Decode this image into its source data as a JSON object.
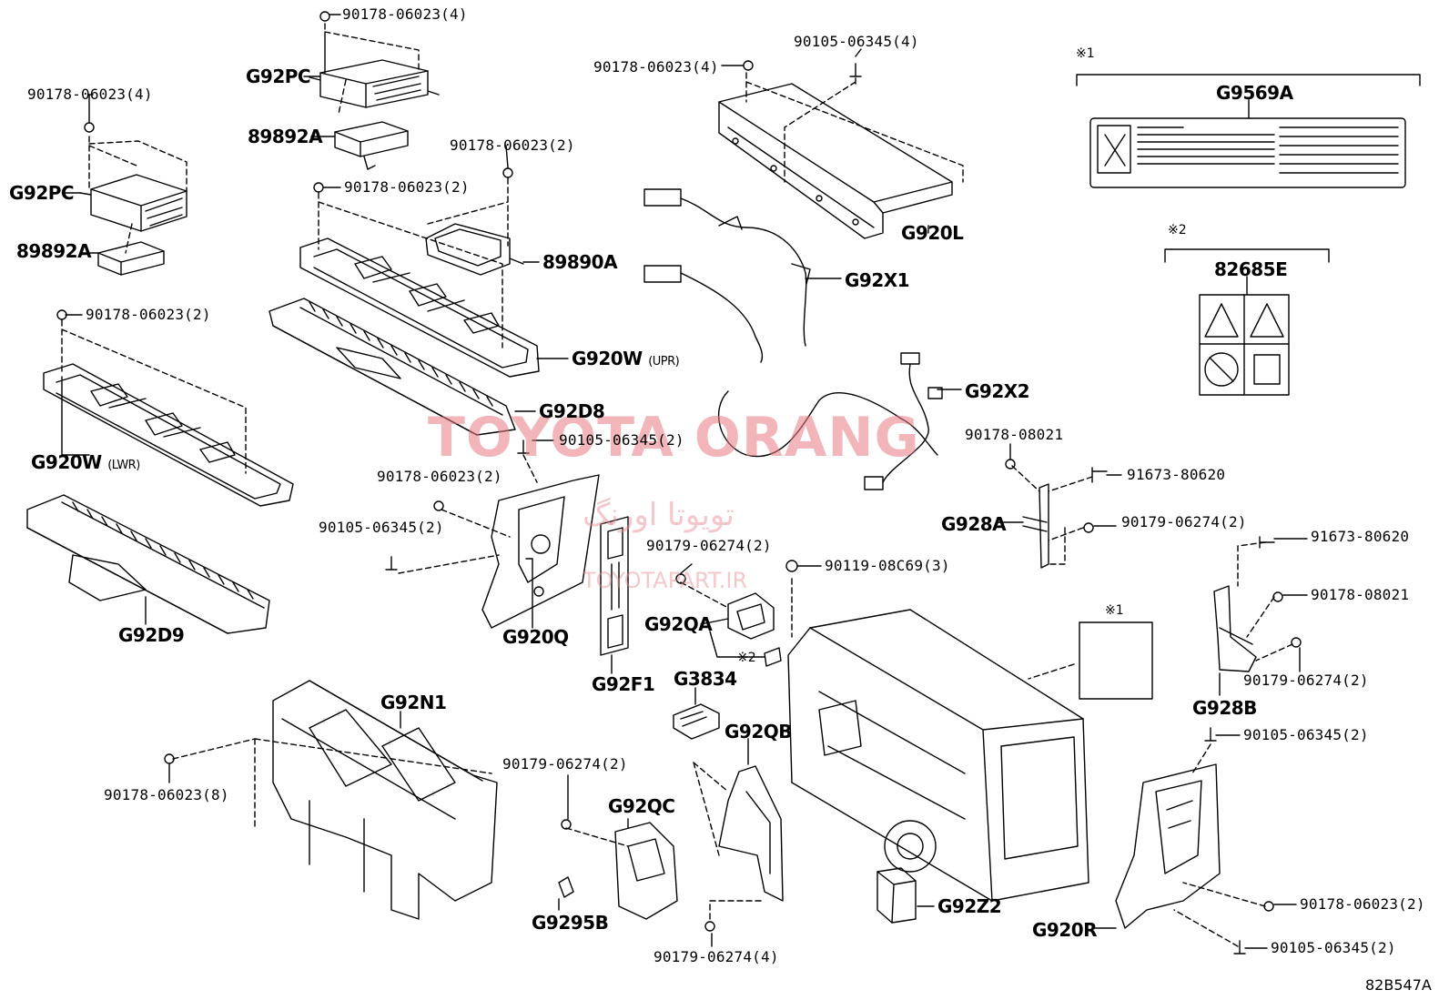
{
  "diagram": {
    "figure_id": "82B547A",
    "watermark": {
      "brand": "TOYOTA ORANG",
      "persian": "تویوتا اورنگ",
      "url": "TOYOTAPART.IR"
    },
    "notes": {
      "note1": "※1",
      "note2": "※2"
    },
    "labels": {
      "pc_top_bolt": "90178-06023(4)",
      "pc_top_code": "G92PC",
      "ecu_top_code": "89892A",
      "pc_left_bolt": "90178-06023(4)",
      "pc_left_code": "G92PC",
      "ecu_left_code": "89892A",
      "upr_bolt": "90178-06023(2)",
      "bracket_bolt": "90178-06023(2)",
      "bracket_code": "89890A",
      "upr_code": "G920W",
      "upr_sub": "(UPR)",
      "d8_code": "G92D8",
      "lwr_bolt": "90178-06023(2)",
      "lwr_code": "G920W",
      "lwr_sub": "(LWR)",
      "d9_code": "G92D9",
      "cover_bolt": "90178-06023(4)",
      "cover_screw": "90105-06345(4)",
      "cover_code": "G920L",
      "x1_code": "G92X1",
      "x2_code": "G92X2",
      "label_g9569a": "G9569A",
      "label_82685e": "82685E",
      "q_screw_top": "90105-06345(2)",
      "q_nut": "90178-06023(2)",
      "q_screw_left": "90105-06345(2)",
      "q_code": "G920Q",
      "f1_code": "G92F1",
      "qa_clip": "90179-06274(2)",
      "qa_code": "G92QA",
      "g3834_code": "G3834",
      "battery_nut": "90119-08C69(3)",
      "b_top_nut": "90178-08021",
      "b_bolt1": "91673-80620",
      "b_code_a": "G928A",
      "b_clip_a": "90179-06274(2)",
      "b_bolt2": "91673-80620",
      "b_nut2": "90178-08021",
      "b_clip_b": "90179-06274(2)",
      "b_code_b": "G928B",
      "n1_code": "G92N1",
      "n1_nut": "90178-06023(8)",
      "qb_code": "G92QB",
      "qc_clip": "90179-06274(2)",
      "qc_code": "G92QC",
      "g9295b_code": "G9295B",
      "qb_clip_bottom": "90179-06274(4)",
      "z2_code": "G92Z2",
      "r_screw_top": "90105-06345(2)",
      "r_nut": "90178-06023(2)",
      "r_code": "G920R",
      "r_screw_bottom": "90105-06345(2)"
    }
  }
}
